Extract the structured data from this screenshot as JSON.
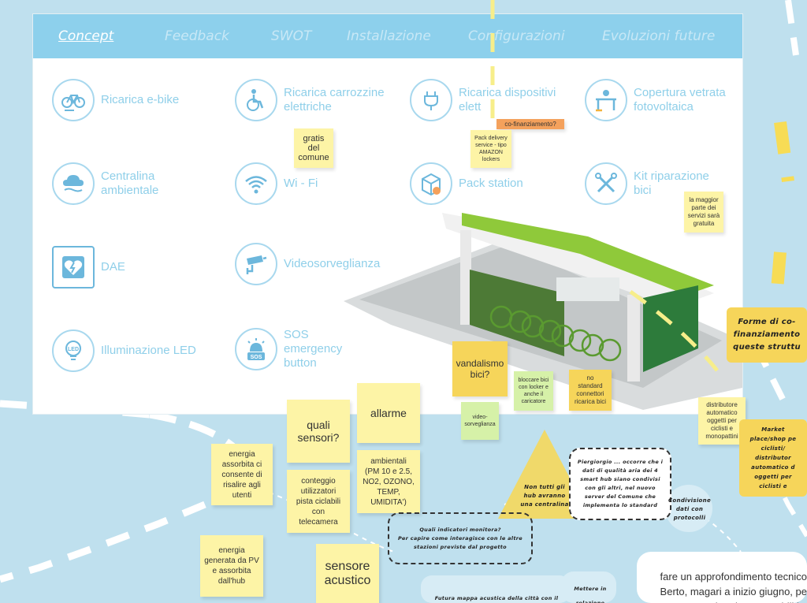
{
  "tabs": [
    {
      "label": "Concept",
      "active": true
    },
    {
      "label": "Feedback"
    },
    {
      "label": "SWOT"
    },
    {
      "label": "Installazione"
    },
    {
      "label": "Configurazioni"
    },
    {
      "label": "Evoluzioni future"
    }
  ],
  "features": {
    "ebike": "Ricarica e-bike",
    "wheelchair": "Ricarica carrozzine\nelettriche",
    "devices": "Ricarica dispositivi\nelett",
    "pv": "Copertura vetrata\nfotovoltaica",
    "env": "Centralina\nambientale",
    "wifi": "Wi - Fi",
    "pack": "Pack station",
    "repair": "Kit riparazione\nbici",
    "dae": "DAE",
    "video": "Videosorveglianza",
    "led": "Illuminazione LED",
    "sos": "SOS\nemergency\nbutton"
  },
  "icon_text": {
    "led": "LED",
    "sos": "SOS"
  },
  "stickies": {
    "gratis": "gratis\ndel\ncomune",
    "cofin": "co-finanziamento?",
    "pack_delivery": "Pack delivery\nservice - tipo\nAMAZON\nlockers",
    "maggior": "la maggior\nparte dei\nservizi sarà\ngratuita",
    "vandalismo": "vandalismo\nbici?",
    "bloccare": "bloccare bici\ncon locker e\nanche il\ncaricatore",
    "no_standard": "no\nstandard\nconnettori\nricarica bici",
    "video_small": "video-\nsorveglianza",
    "distributore": "distributore\nautomatico\noggetti per\nciclisti e\nmonopattini",
    "quali_sensori": "quali\nsensori?",
    "allarme": "allarme",
    "ambientali": "ambientali\n(PM 10 e 2.5,\nNO2, OZONO,\nTEMP,\nUMIDITA')",
    "energia_assorbita": "energia\nassorbita ci\nconsente di\nrisalire agli\nutenti",
    "conteggio": "conteggio\nutilizzatori\npista ciclabili\ncon\ntelecamera",
    "energia_pv": "energia\ngenerata da PV\ne assorbita\ndall'hub",
    "sensore_acustico": "sensore\nacustico"
  },
  "notes": {
    "forme": "Forme di co-\nfinanziamento\nqueste struttu",
    "market": "Market\nplace/shop pe\nciclisti/\ndistributor\nautomatico d\noggetti per\nciclisti e",
    "triangle": "Non tutti gli\nhub avranno\nuna centralina",
    "piergiorgio": "Piergiorgio ... occorre che i\ndati di qualità aria dei 4\nsmart hub siano condivisi\ncon gli altri, nel nuovo\nserver del Comune che\nimplementa lo standard",
    "condivisione": "Condivisione\ndati con\nprotocolli",
    "quali_indicatori": "Quali indicatori monitora?\nPer capire come interagisce con le altre\nstazioni previste dal progetto",
    "futura": "Futura mappa acustica della città con il",
    "mettere": "Mettere in\nrelazione",
    "approfondimento": "fare un approfondimento tecnico\nBerto, magari a inizio giugno, pe\ncome rendere interoperabili i c"
  }
}
